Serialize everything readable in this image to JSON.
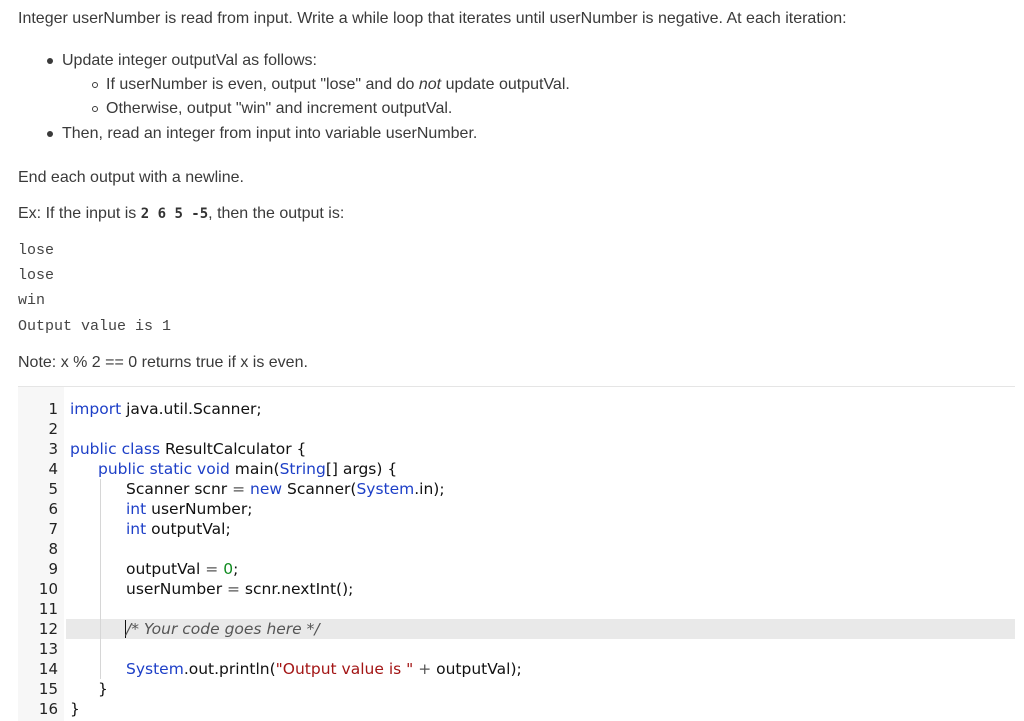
{
  "instructions": {
    "intro": "Integer userNumber is read from input. Write a while loop that iterates until userNumber is negative. At each iteration:",
    "bullet1": "Update integer outputVal as follows:",
    "sub1_pre": "If userNumber is even, output \"lose\" and do ",
    "sub1_em": "not",
    "sub1_post": " update outputVal.",
    "sub2": "Otherwise, output \"win\" and increment outputVal.",
    "bullet2": "Then, read an integer from input into variable userNumber.",
    "end_note": "End each output with a newline.",
    "example_pre": "Ex: If the input is ",
    "example_input": "2 6 5 -5",
    "example_post": ", then the output is:",
    "output_lines": [
      "lose",
      "lose",
      "win",
      "Output value is 1"
    ],
    "note": "Note: x % 2 == 0 returns true if x is even."
  },
  "editor": {
    "line_numbers": [
      "1",
      "2",
      "3",
      "4",
      "5",
      "6",
      "7",
      "8",
      "9",
      "10",
      "11",
      "12",
      "13",
      "14",
      "15",
      "16"
    ],
    "code": {
      "l1_kw": "import",
      "l1_rest": " java.util.Scanner;",
      "l3_kw": "public class",
      "l3_rest": " ResultCalculator {",
      "l4_kw": "public static void",
      "l4_rest": " main(",
      "l4_type": "String",
      "l4_end": "[] args) {",
      "l5_a": "Scanner scnr ",
      "l5_op": "=",
      "l5_kw": " new",
      "l5_b": " Scanner(",
      "l5_sys": "System",
      "l5_c": ".in);",
      "l6_kw": "int",
      "l6_rest": " userNumber;",
      "l7_kw": "int",
      "l7_rest": " outputVal;",
      "l9_a": "outputVal ",
      "l9_op": "=",
      "l9_num": " 0",
      "l9_end": ";",
      "l10_a": "userNumber ",
      "l10_op": "=",
      "l10_b": " scnr.nextInt();",
      "l12_cmt": "/* Your code goes here */",
      "l14_sys": "System",
      "l14_a": ".out.println(",
      "l14_str": "\"Output value is \"",
      "l14_op": " +",
      "l14_b": " outputVal);",
      "l15": "}",
      "l16": "}"
    }
  }
}
